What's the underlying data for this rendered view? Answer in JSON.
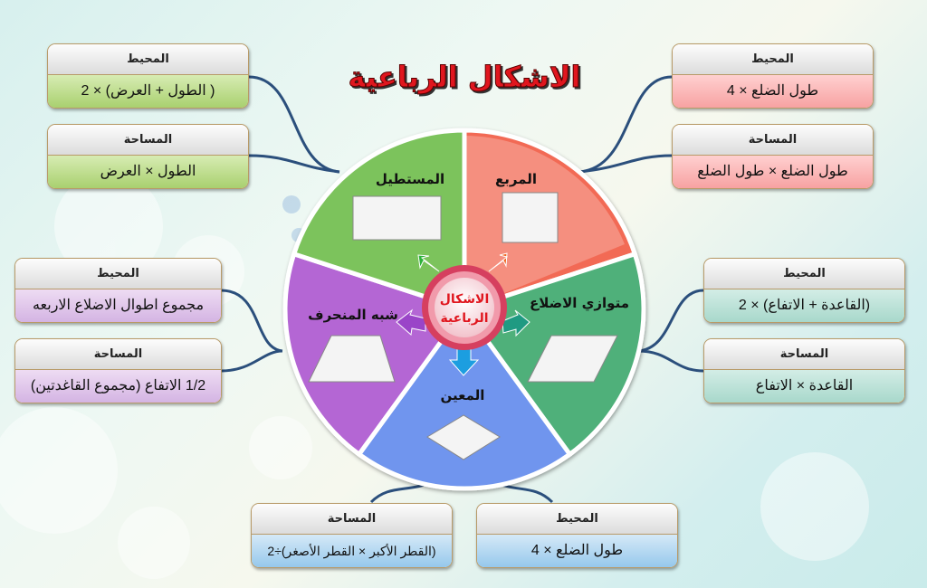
{
  "title": "الاشكال الرباعية",
  "center_label": [
    "الاشكال",
    "الرباعية"
  ],
  "colors": {
    "square": "#f26b55",
    "parallelogram": "#4fb07a",
    "rhombus": "#6f95ee",
    "trapezoid": "#b466d4",
    "rectangle": "#7cc35c",
    "title": "#e0161e"
  },
  "shapes": {
    "square": {
      "name": "المربع",
      "perimeter": {
        "label": "المحيط",
        "formula": "طول الضلع × 4"
      },
      "area": {
        "label": "المساحة",
        "formula": "طول الضلع × طول الضلع"
      }
    },
    "rectangle": {
      "name": "المستطيل",
      "perimeter": {
        "label": "المحيط",
        "formula": "( الطول + العرض) × 2"
      },
      "area": {
        "label": "المساحة",
        "formula": "الطول × العرض"
      }
    },
    "parallelogram": {
      "name": "متوازي الاضلاع",
      "perimeter": {
        "label": "المحيط",
        "formula": "(القاعدة + الاتفاع) × 2"
      },
      "area": {
        "label": "المساحة",
        "formula": "القاعدة × الاتفاع"
      }
    },
    "trapezoid": {
      "name": "شبه المنحرف",
      "perimeter": {
        "label": "المحيط",
        "formula": "مجموع اطوال الاضلاع الاربعه"
      },
      "area": {
        "label": "المساحة",
        "formula": "1/2 الاتفاع (مجموع القاغدتين)"
      }
    },
    "rhombus": {
      "name": "المعين",
      "perimeter": {
        "label": "المحيط",
        "formula": "طول الضلع × 4"
      },
      "area": {
        "label": "المساحة",
        "formula": "(القطر الأكبر × القطر الأصغر)÷2"
      }
    }
  }
}
